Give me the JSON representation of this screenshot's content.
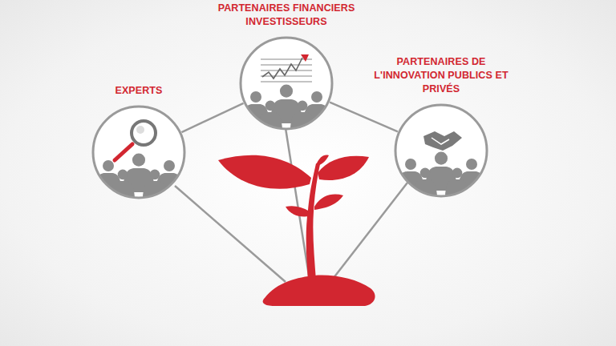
{
  "diagram": {
    "nodes": [
      {
        "text": [
          "EXPERTS"
        ]
      },
      {
        "text": [
          "PARTENAIRES FINANCIERS INVESTISSEURS"
        ]
      },
      {
        "text": [
          "PARTENAIRES DE L'INNOVATION PUBLICS ET PRIVÉS"
        ]
      }
    ],
    "edges": [
      {
        "from": 0,
        "to": 1,
        "arrow": "none"
      },
      {
        "from": 1,
        "to": 2,
        "arrow": "none"
      }
    ]
  }
}
